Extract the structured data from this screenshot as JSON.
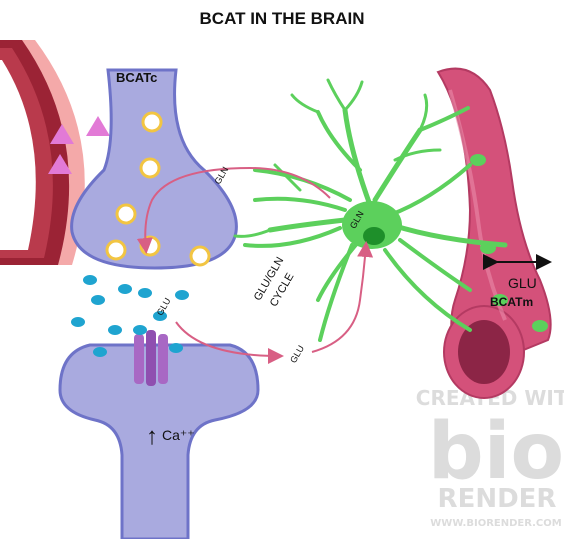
{
  "title": "BCAT IN THE BRAIN",
  "labels": {
    "bcatc": "BCATc",
    "gln_top": "GLN",
    "gln_astro": "GLN",
    "cycle_line1": "GLU/GLN",
    "cycle_line2": "CYCLE",
    "glu_cleft": "GLU",
    "glu_astro": "GLU",
    "glu_vessel": "GLU",
    "bcatm": "BCATm",
    "calcium_arrow": "↑",
    "calcium": "Ca⁺⁺"
  },
  "watermark": {
    "line1": "CREATED WITH",
    "logo": "bio",
    "line2": "RENDER",
    "url": "WWW.BIORENDER.COM"
  },
  "colors": {
    "neuron_fill": "#a9aadf",
    "neuron_stroke": "#6e73c8",
    "vessel_red": "#9b2335",
    "vessel_pink": "#f4a9a9",
    "vessel_right": "#d4517a",
    "astrocyte": "#5cd05c",
    "astrocyte_nucleus": "#1e8f2a",
    "vesicle_outline": "#f2c542",
    "glutamate_dot": "#1fa4d0",
    "bcatc_triangle": "#e27ad6",
    "receptor": "#a868c4",
    "cycle_arrow": "#d85f84"
  }
}
